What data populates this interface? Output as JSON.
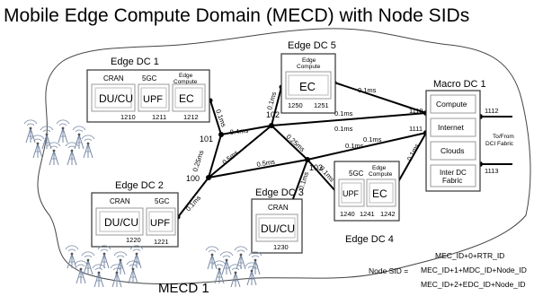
{
  "title": "Mobile Edge Compute Domain (MECD) with Node SIDs",
  "domain_label": "MECD 1",
  "sites": {
    "dc1": {
      "title": "Edge DC 1",
      "cran": "CRAN",
      "fivegc": "5GC",
      "edge_compute": [
        "Edge",
        "Compute"
      ],
      "du_cu": "DU/CU",
      "upf": "UPF",
      "ec": "EC",
      "ids": [
        "1210",
        "1211",
        "1212"
      ]
    },
    "dc2": {
      "title": "Edge DC 2",
      "cran": "CRAN",
      "fivegc": "5GC",
      "du_cu": "DU/CU",
      "upf": "UPF",
      "ids": [
        "1220",
        "1221"
      ]
    },
    "dc3": {
      "title": "Edge DC 3",
      "cran": "CRAN",
      "du_cu": "DU/CU",
      "ids": [
        "1230"
      ]
    },
    "dc4": {
      "title": "Edge DC 4",
      "fivegc": "5GC",
      "edge_compute": [
        "Edge",
        "Compute"
      ],
      "upf": "UPF",
      "ec": "EC",
      "ids": [
        "1240",
        "1241",
        "1242"
      ]
    },
    "dc5": {
      "title": "Edge DC 5",
      "edge_compute": [
        "Edge",
        "Compute"
      ],
      "ec": "EC",
      "ids": [
        "1250",
        "1251"
      ]
    },
    "macro": {
      "title": "Macro DC 1",
      "items": [
        "Compute",
        "Internet",
        "Clouds",
        "Inter DC",
        "Fabric"
      ],
      "ids": [
        "1110",
        "1111",
        "1112",
        "1113"
      ],
      "dci_label": [
        "To/From",
        "DCI Fabric"
      ]
    }
  },
  "routers": [
    "100",
    "101",
    "102",
    "103"
  ],
  "links": [
    "0.1ms",
    "0.1ms",
    "0.1ms",
    "0.1ms",
    "0.1ms",
    "0.1ms",
    "0.1ms",
    "0.1ms",
    "0.1ms",
    "0.1ms",
    "0.4ms",
    "0.5ms",
    "0.25ms",
    "0.5ms",
    "0.25ms",
    "0.1ms"
  ],
  "node_sid": {
    "label": "Node SID =",
    "lines": [
      "MEC_ID+0+RTR_ID",
      "MEC_ID+1+MDC_ID+Node_ID",
      "MEC_ID+2+EDC_ID+Node_ID"
    ]
  },
  "icons": [
    "cell-tower-icon",
    "router-icon"
  ],
  "colors": {
    "link": "#000000",
    "box_border": "#333333",
    "inner_border": "#999999"
  }
}
